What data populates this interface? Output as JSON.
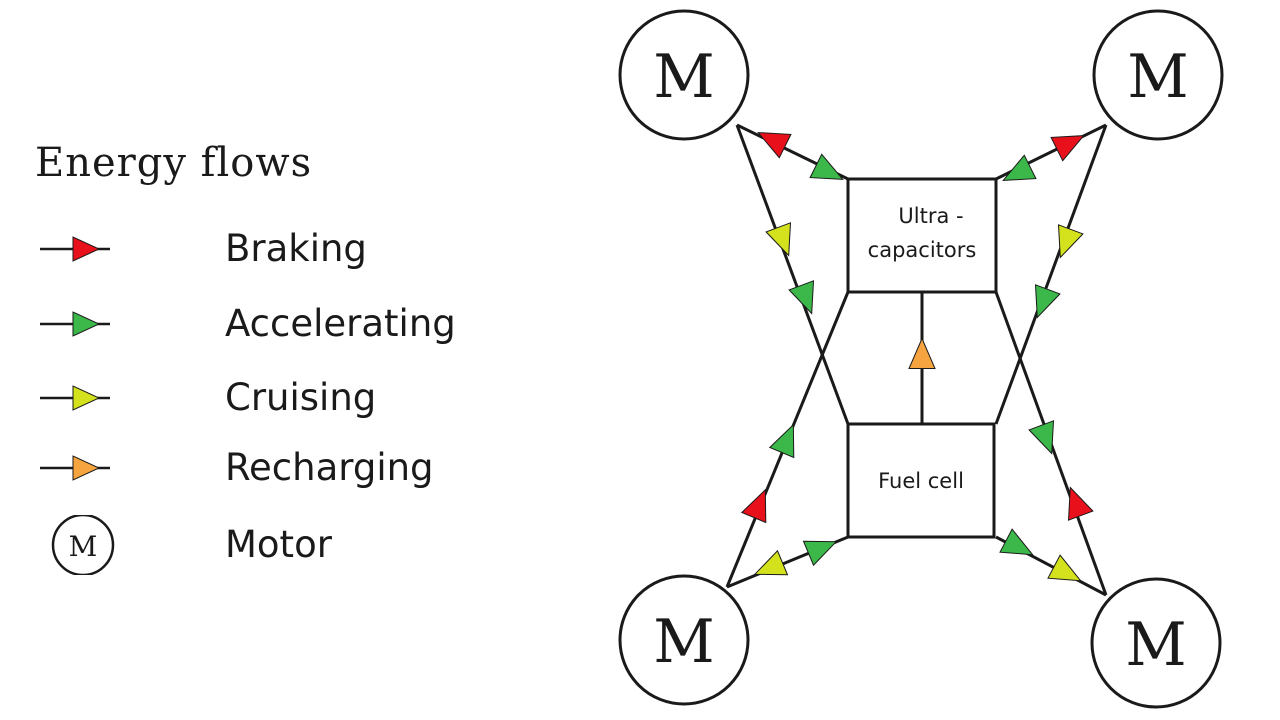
{
  "legend": {
    "title": "Energy flows",
    "items": [
      {
        "key": "braking",
        "label": "Braking",
        "color": "#e8101a"
      },
      {
        "key": "accelerating",
        "label": "Accelerating",
        "color": "#3cb84a"
      },
      {
        "key": "cruising",
        "label": "Cruising",
        "color": "#d4e21e"
      },
      {
        "key": "recharging",
        "label": "Recharging",
        "color": "#f5a440"
      },
      {
        "key": "motor",
        "label": "Motor",
        "symbol": "M"
      }
    ]
  },
  "diagram": {
    "ultracapacitors": {
      "line1": "Ultra -",
      "line2": "capacitors"
    },
    "fuel_cell": "Fuel cell",
    "motor_symbol": "M"
  },
  "colors": {
    "braking": "#e8101a",
    "accelerating": "#3cb84a",
    "cruising": "#d4e21e",
    "recharging": "#f5a440",
    "line": "#1a1a1a"
  }
}
